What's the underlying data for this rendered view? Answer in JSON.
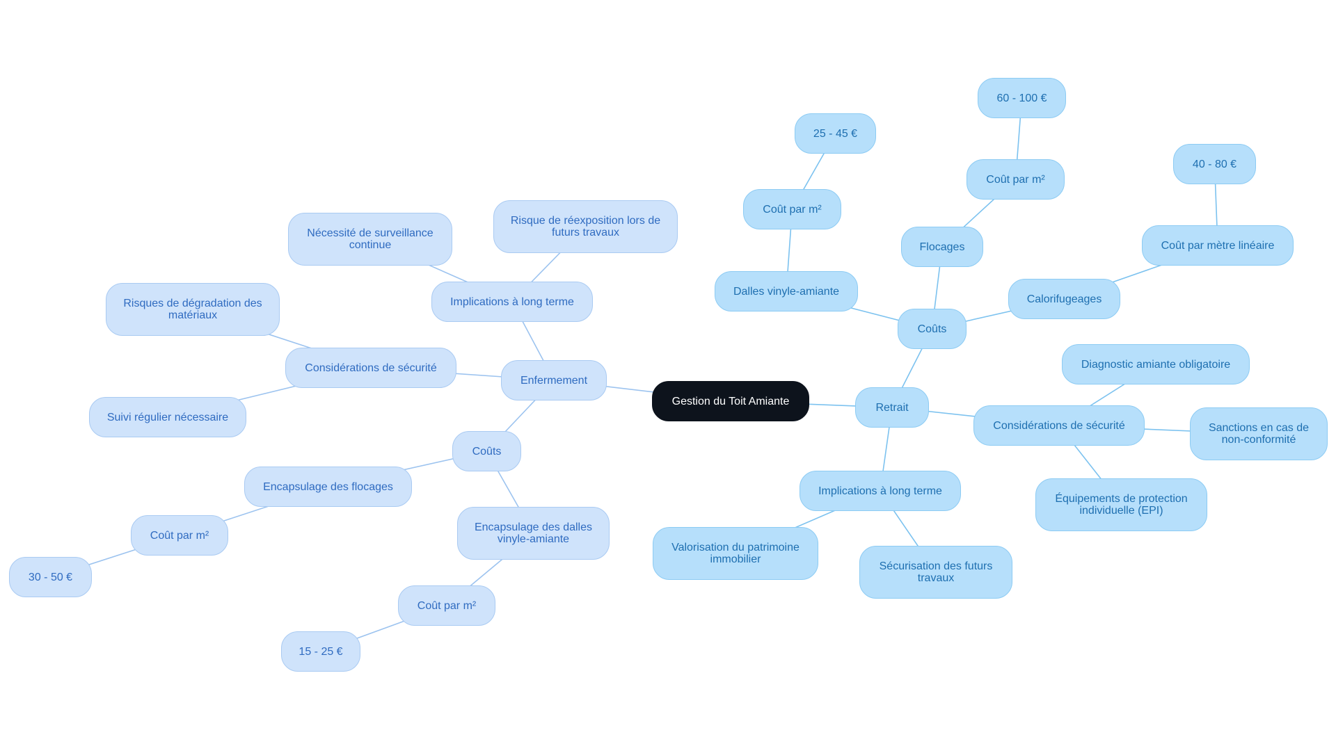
{
  "colors": {
    "root_fill": "#0d131c",
    "root_text": "#ffffff",
    "left_fill": "#cfe3fb",
    "left_border": "#a9caf2",
    "left_text": "#2f6bc0",
    "left_edge": "#9cc3ef",
    "right_fill": "#b6dffb",
    "right_border": "#8ccbf3",
    "right_text": "#1e6fb0",
    "right_edge": "#7cc2ef"
  },
  "root": {
    "label": "Gestion du Toit Amiante"
  },
  "branches": {
    "enfermement": {
      "label": "Enfermement",
      "implications": {
        "label": "Implications à long terme",
        "risque": "Risque de réexposition lors de futurs travaux",
        "surveillance": "Nécessité de surveillance continue"
      },
      "securite": {
        "label": "Considérations de sécurité",
        "degradation": "Risques de dégradation des matériaux",
        "suivi": "Suivi régulier nécessaire"
      },
      "couts": {
        "label": "Coûts",
        "flocages": {
          "label": "Encapsulage des flocages",
          "cout": "Coût par m²",
          "value": "30 - 50 €"
        },
        "dalles": {
          "label": "Encapsulage des dalles vinyle-amiante",
          "cout": "Coût par m²",
          "value": "15 - 25 €"
        }
      }
    },
    "retrait": {
      "label": "Retrait",
      "couts": {
        "label": "Coûts",
        "dalles": {
          "label": "Dalles vinyle-amiante",
          "cout": "Coût par m²",
          "value": "25 - 45 €"
        },
        "flocages": {
          "label": "Flocages",
          "cout": "Coût par m²",
          "value": "60 - 100 €"
        },
        "calorifugeages": {
          "label": "Calorifugeages",
          "cout": "Coût par mètre linéaire",
          "value": "40 - 80 €"
        }
      },
      "securite": {
        "label": "Considérations de sécurité",
        "diagnostic": "Diagnostic amiante obligatoire",
        "sanctions": "Sanctions en cas de non-conformité",
        "epi": "Équipements de protection individuelle (EPI)"
      },
      "implications": {
        "label": "Implications à long terme",
        "valorisation": "Valorisation du patrimoine immobilier",
        "securisation": "Sécurisation des futurs travaux"
      }
    }
  }
}
